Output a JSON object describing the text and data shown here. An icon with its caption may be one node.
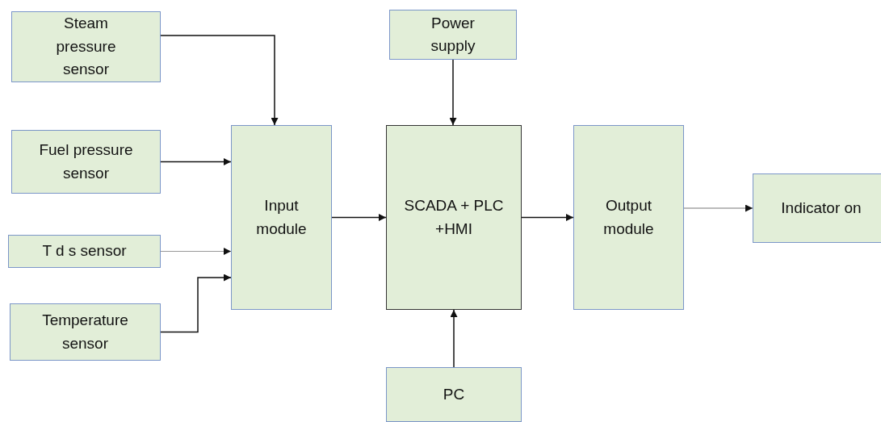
{
  "diagram": {
    "nodes": [
      {
        "text": [
          "Steam pressure sensor"
        ]
      },
      {
        "text": [
          "Fuel pressure sensor"
        ]
      },
      {
        "text": [
          "T d s sensor"
        ]
      },
      {
        "text": [
          "Temperature sensor"
        ]
      },
      {
        "text": [
          "Input module"
        ]
      },
      {
        "text": [
          "Power supply"
        ]
      },
      {
        "text": [
          "SCADA + PLC +HMI"
        ]
      },
      {
        "text": [
          "PC"
        ]
      },
      {
        "text": [
          "Output module"
        ]
      },
      {
        "text": [
          "Indicator on"
        ]
      }
    ],
    "edges": [
      {
        "from": 0,
        "to": 4,
        "arrow": "to"
      },
      {
        "from": 1,
        "to": 4,
        "arrow": "to"
      },
      {
        "from": 2,
        "to": 4,
        "arrow": "to",
        "color": "#999999"
      },
      {
        "from": 3,
        "to": 4,
        "arrow": "to"
      },
      {
        "from": 4,
        "to": 6,
        "arrow": "to"
      },
      {
        "from": 5,
        "to": 6,
        "arrow": "to"
      },
      {
        "from": 7,
        "to": 6,
        "arrow": "to"
      },
      {
        "from": 6,
        "to": 8,
        "arrow": "to"
      },
      {
        "from": 8,
        "to": 9,
        "arrow": "to",
        "color": "#777777"
      }
    ]
  }
}
